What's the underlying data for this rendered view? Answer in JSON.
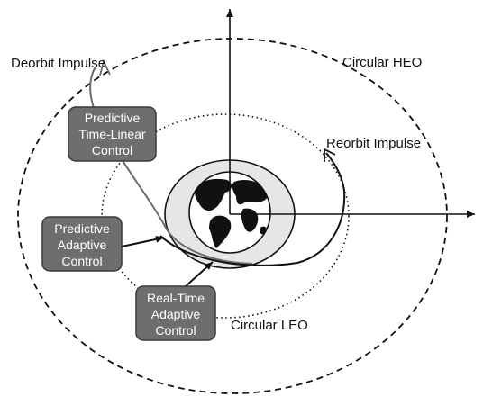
{
  "labels": {
    "deorbit_impulse": "Deorbit Impulse",
    "circular_heo": "Circular HEO",
    "reorbit_impulse": "Reorbit Impulse",
    "circular_leo": "Circular LEO"
  },
  "boxes": {
    "predictive_time_linear": [
      "Predictive",
      "Time-Linear",
      "Control"
    ],
    "predictive_adaptive": [
      "Predictive",
      "Adaptive",
      "Control"
    ],
    "real_time_adaptive": [
      "Real-Time",
      "Adaptive",
      "Control"
    ]
  },
  "colors": {
    "box_fill": "#6e6e6e",
    "box_stroke": "#3a3a3a",
    "planet_ring": "#e4e4e4",
    "line": "#111111",
    "trajectory": "#6b6b6b"
  }
}
